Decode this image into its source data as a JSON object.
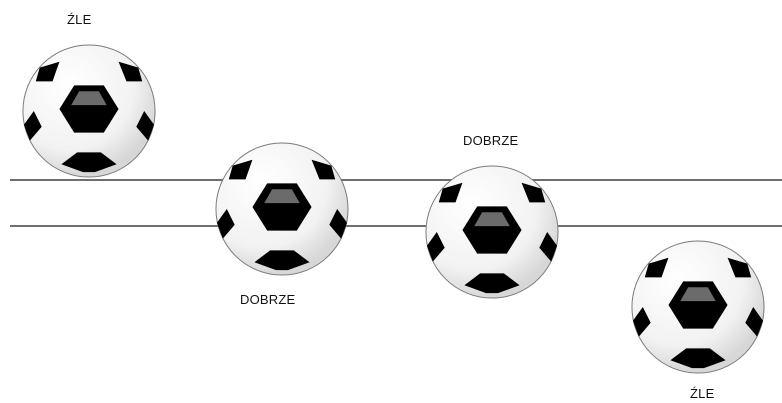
{
  "labels": {
    "top_left": "ŹLE",
    "middle_left": "DOBRZE",
    "middle_right": "DOBRZE",
    "bottom_right": "ŹLE"
  },
  "icons": {
    "ball": "soccer-ball-icon"
  },
  "colors": {
    "line": "#6f6f6f",
    "ball_dark": "#000000",
    "ball_highlight": "#6b6b6b"
  }
}
